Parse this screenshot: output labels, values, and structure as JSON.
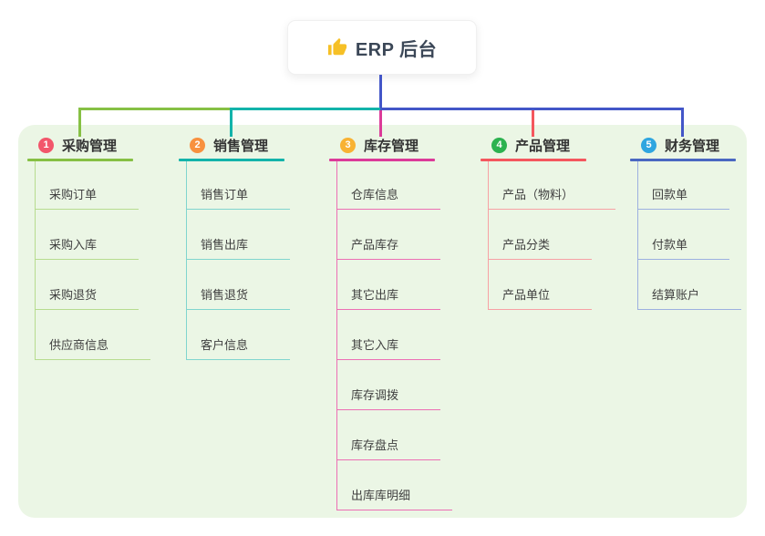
{
  "root": {
    "icon": "thumbs-up",
    "title": "ERP 后台"
  },
  "palette": {
    "canvas_bg": "#ffffff",
    "panel_bg": "#ebf6e5",
    "root_connector": "#4356c8",
    "root_text": "#3b4757",
    "thumb_icon_color": "#f6c026"
  },
  "branches": [
    {
      "num": "1",
      "title": "采购管理",
      "badge_color": "#f2566b",
      "line_color": "#86c044",
      "sub_line_color": "#b7dc8f",
      "items": [
        "采购订单",
        "采购入库",
        "采购退货",
        "供应商信息"
      ]
    },
    {
      "num": "2",
      "title": "销售管理",
      "badge_color": "#f8913f",
      "line_color": "#13b3aa",
      "sub_line_color": "#80d5ce",
      "items": [
        "销售订单",
        "销售出库",
        "销售退货",
        "客户信息"
      ]
    },
    {
      "num": "3",
      "title": "库存管理",
      "badge_color": "#f8b233",
      "line_color": "#dc3b99",
      "sub_line_color": "#ec6fb4",
      "items": [
        "仓库信息",
        "产品库存",
        "其它出库",
        "其它入库",
        "库存调拨",
        "库存盘点",
        "出库库明细"
      ]
    },
    {
      "num": "4",
      "title": "产品管理",
      "badge_color": "#2db250",
      "line_color": "#f4575e",
      "sub_line_color": "#f7a1a5",
      "items": [
        "产品（物料）",
        "产品分类",
        "产品单位"
      ]
    },
    {
      "num": "5",
      "title": "财务管理",
      "badge_color": "#2fa6e0",
      "line_color": "#4a68c1",
      "sub_line_color": "#9cb0e0",
      "items": [
        "回款单",
        "付款单",
        "结算账户"
      ]
    }
  ]
}
